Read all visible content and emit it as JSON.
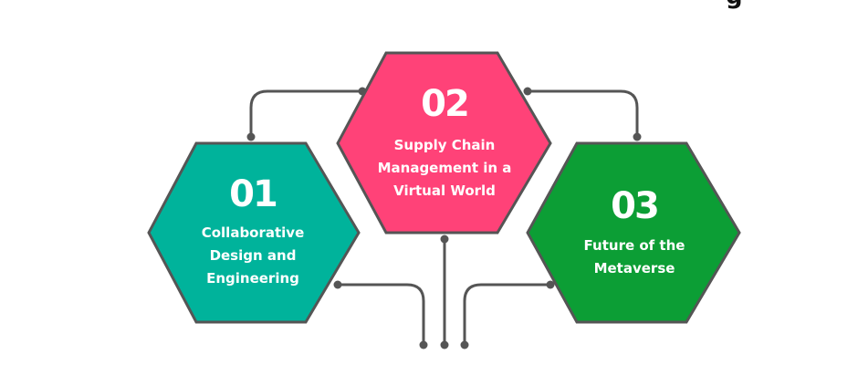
{
  "header": {
    "partial_text": "g"
  },
  "hexagons": [
    {
      "number": "01",
      "lines": [
        "Collaborative",
        "Design and",
        "Engineering"
      ],
      "color": "#00b39b"
    },
    {
      "number": "02",
      "lines": [
        "Supply Chain",
        "Management in a",
        "Virtual World"
      ],
      "color": "#ff4278"
    },
    {
      "number": "03",
      "lines": [
        "Future of the",
        "Metaverse"
      ],
      "color": "#0c9e35"
    }
  ],
  "colors": {
    "outline": "#555555",
    "connector": "#555555",
    "text": "#ffffff"
  }
}
